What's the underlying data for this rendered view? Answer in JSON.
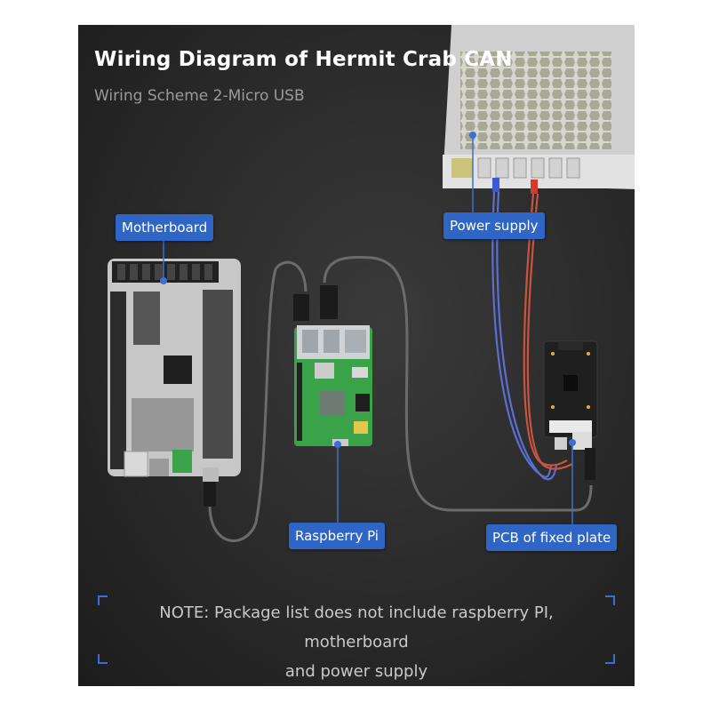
{
  "title": "Wiring Diagram of Hermit Crab CAN",
  "subtitle": "Wiring Scheme 2-Micro USB",
  "labels": {
    "motherboard": "Motherboard",
    "power_supply": "Power supply",
    "raspberry_pi": "Raspberry Pi",
    "pcb": "PCB of fixed plate"
  },
  "note": {
    "line1": "NOTE: Package list does not include raspberry PI, motherboard",
    "line2": "and power supply"
  },
  "colors": {
    "background": "#2a2a2a",
    "callout": "#2f66c5",
    "pi_board": "#3aa34a",
    "wire_blue": "#5a6fd0",
    "wire_red": "#c8553f"
  }
}
